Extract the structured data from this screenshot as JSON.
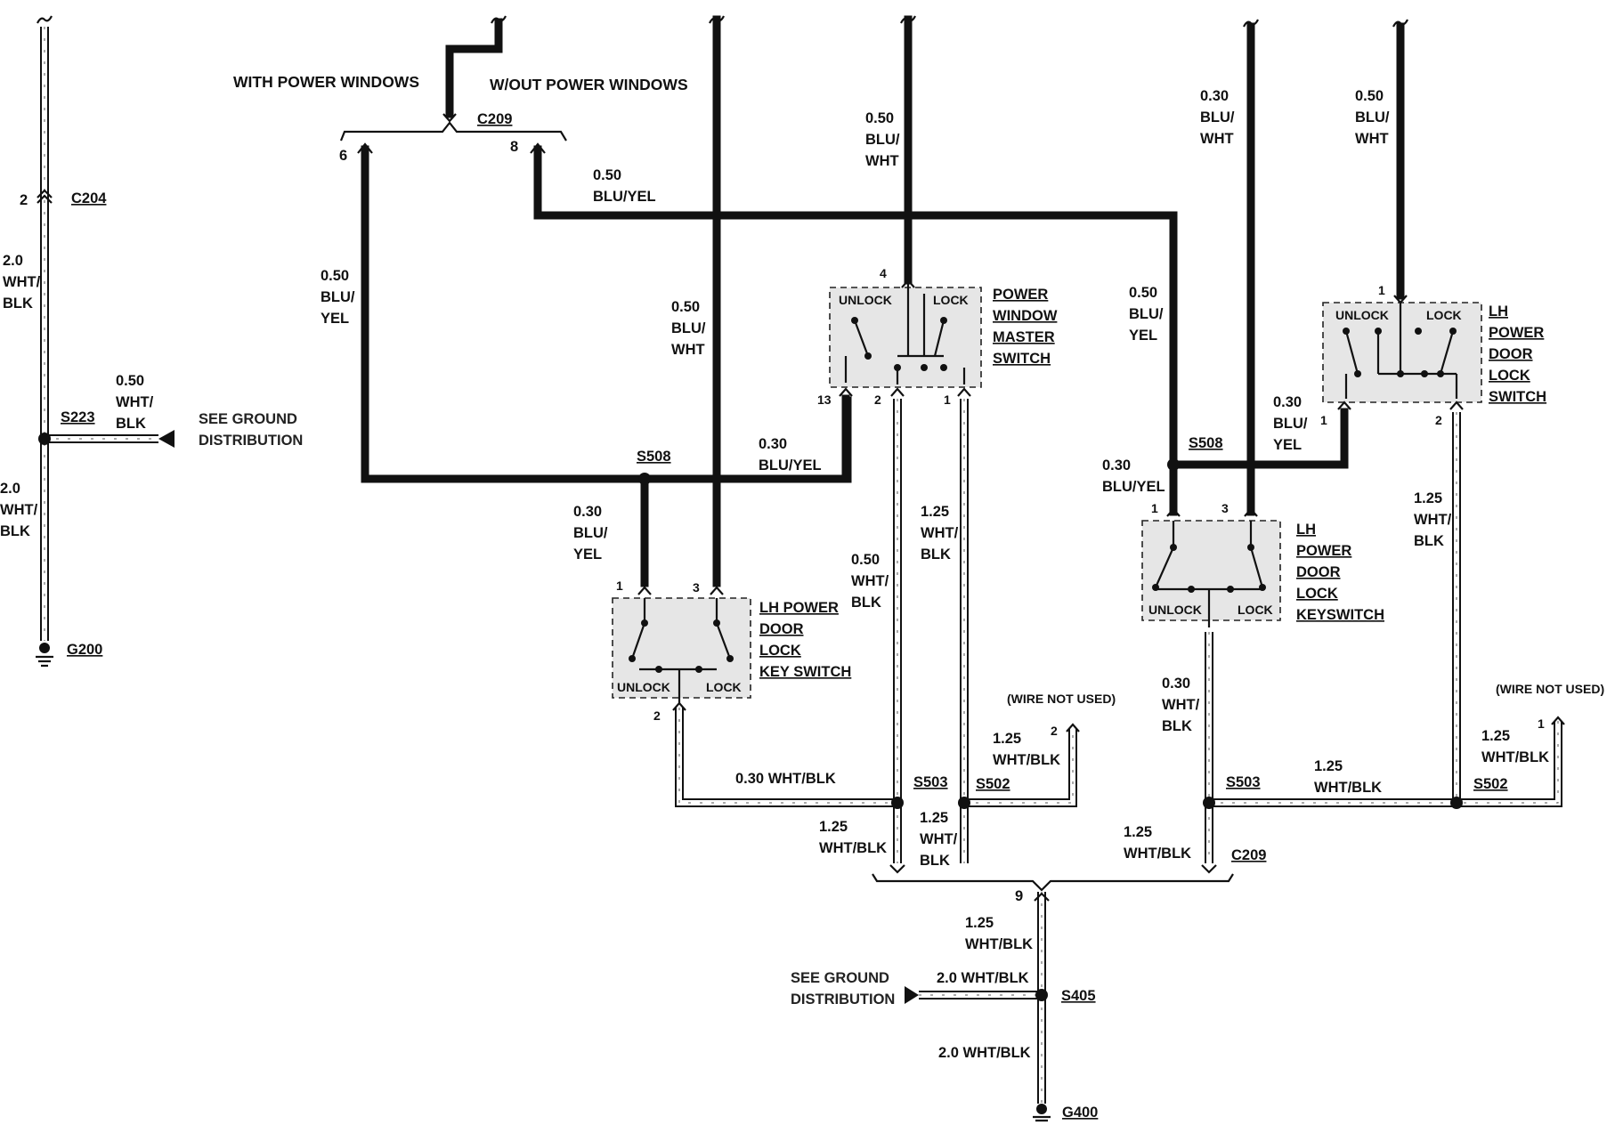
{
  "headers": {
    "with_power_windows": "WITH POWER WINDOWS",
    "without_power_windows": "W/OUT POWER WINDOWS"
  },
  "connectors": {
    "c204": "C204",
    "c204_pin": "2",
    "c209_top": "C209",
    "c209_top_pin_with": "6",
    "c209_top_pin_without": "8",
    "c209_bottom": "C209",
    "c209_bottom_pin": "9"
  },
  "splices": {
    "s223": "S223",
    "s508_left": "S508",
    "s508_right": "S508",
    "s503_left": "S503",
    "s502_left": "S502",
    "s503_right": "S503",
    "s502_right": "S502",
    "s405": "S405"
  },
  "grounds": {
    "g200": "G200",
    "g400": "G400"
  },
  "see_ground_distribution": [
    "SEE GROUND",
    "DISTRIBUTION"
  ],
  "wire_not_used": "(WIRE NOT USED)",
  "components": {
    "power_window_master_switch": {
      "name": [
        "POWER",
        "WINDOW",
        "MASTER",
        "SWITCH"
      ],
      "unlock": "UNLOCK",
      "lock": "LOCK",
      "pins": {
        "top": "4",
        "left": "13",
        "mid": "2",
        "right": "1"
      }
    },
    "lh_power_door_lock_key_switch": {
      "name": [
        "LH POWER",
        "DOOR",
        "LOCK",
        "KEY SWITCH"
      ],
      "unlock": "UNLOCK",
      "lock": "LOCK",
      "pins": {
        "left": "1",
        "right": "3",
        "bottom": "2"
      }
    },
    "lh_power_door_lock_keyswitch": {
      "name": [
        "LH",
        "POWER",
        "DOOR",
        "LOCK",
        "KEYSWITCH"
      ],
      "unlock": "UNLOCK",
      "lock": "LOCK",
      "pins": {
        "left": "1",
        "right": "3"
      }
    },
    "lh_power_door_lock_switch": {
      "name": [
        "LH",
        "POWER",
        "DOOR",
        "LOCK",
        "SWITCH"
      ],
      "unlock": "UNLOCK",
      "lock": "LOCK",
      "pins": {
        "top": "1",
        "left": "1",
        "right": "2"
      }
    }
  },
  "wire_labels": {
    "left_main_top": [
      "2.0",
      "WHT/",
      "BLK"
    ],
    "left_main_bottom": [
      "2.0",
      "WHT/",
      "BLK"
    ],
    "s223_branch": [
      "0.50",
      "WHT/",
      "BLK"
    ],
    "c209_pin6": [
      "0.50",
      "BLU/",
      "YEL"
    ],
    "c209_pin8": [
      "0.50",
      "BLU/YEL"
    ],
    "feed_keyswitch_left": [
      "0.50",
      "BLU/",
      "WHT"
    ],
    "feed_master": [
      "0.50",
      "BLU/",
      "WHT"
    ],
    "master_pin13": [
      "0.30",
      "BLU/YEL"
    ],
    "s508_to_keyswitch": [
      "0.30",
      "BLU/",
      "YEL"
    ],
    "master_pin2": [
      "0.50",
      "WHT/",
      "BLK"
    ],
    "master_pin1": [
      "1.25",
      "WHT/",
      "BLK"
    ],
    "keyswitch_left_ground": "0.30 WHT/BLK",
    "wire_not_used_left": [
      "1.25",
      "WHT/BLK"
    ],
    "below_s503_left": [
      "1.25",
      "WHT/BLK"
    ],
    "below_s502_left": [
      "1.25",
      "WHT/",
      "BLK"
    ],
    "right_riser_to_s508": [
      "0.50",
      "BLU/",
      "YEL"
    ],
    "feed_keyswitch_right": [
      "0.30",
      "BLU/",
      "WHT"
    ],
    "feed_lock_switch": [
      "0.50",
      "BLU/",
      "WHT"
    ],
    "s508_right_branch": [
      "0.30",
      "BLU/YEL"
    ],
    "lock_switch_pin1": [
      "0.30",
      "BLU/",
      "YEL"
    ],
    "keyswitch_right_bottom": [
      "0.30",
      "WHT/",
      "BLK"
    ],
    "lock_switch_pin2": [
      "1.25",
      "WHT/",
      "BLK"
    ],
    "s503_to_s502_right": [
      "1.25",
      "WHT/BLK"
    ],
    "wire_not_used_right": [
      "1.25",
      "WHT/BLK"
    ],
    "below_s503_right": [
      "1.25",
      "WHT/BLK"
    ],
    "c209_to_s405": [
      "1.25",
      "WHT/BLK"
    ],
    "s405_branch": "2.0 WHT/BLK",
    "s405_to_g400": "2.0 WHT/BLK"
  },
  "colors": {
    "wire_dark": "#111111",
    "component_fill": "#e6e6e6",
    "background": "#ffffff"
  }
}
